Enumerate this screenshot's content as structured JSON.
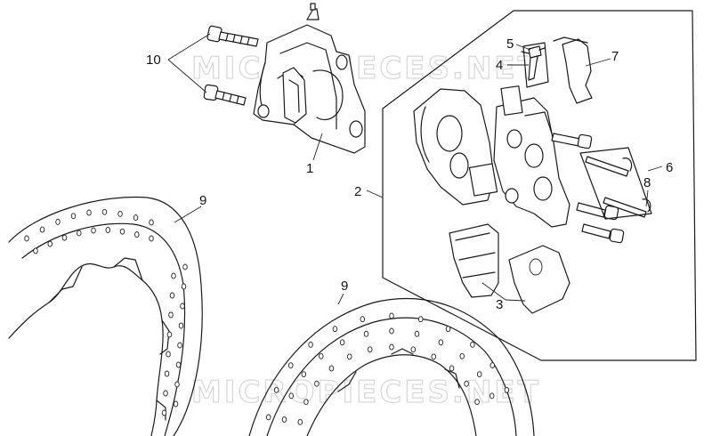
{
  "watermark": "MICROPIECES.NET",
  "callouts": [
    {
      "id": "callout-1",
      "label": "1"
    },
    {
      "id": "callout-2",
      "label": "2"
    },
    {
      "id": "callout-3",
      "label": "3"
    },
    {
      "id": "callout-4",
      "label": "4"
    },
    {
      "id": "callout-5",
      "label": "5"
    },
    {
      "id": "callout-6",
      "label": "6"
    },
    {
      "id": "callout-7",
      "label": "7"
    },
    {
      "id": "callout-8",
      "label": "8"
    },
    {
      "id": "callout-9-top",
      "label": "9"
    },
    {
      "id": "callout-9-bottom",
      "label": "9"
    },
    {
      "id": "callout-10",
      "label": "10"
    }
  ]
}
